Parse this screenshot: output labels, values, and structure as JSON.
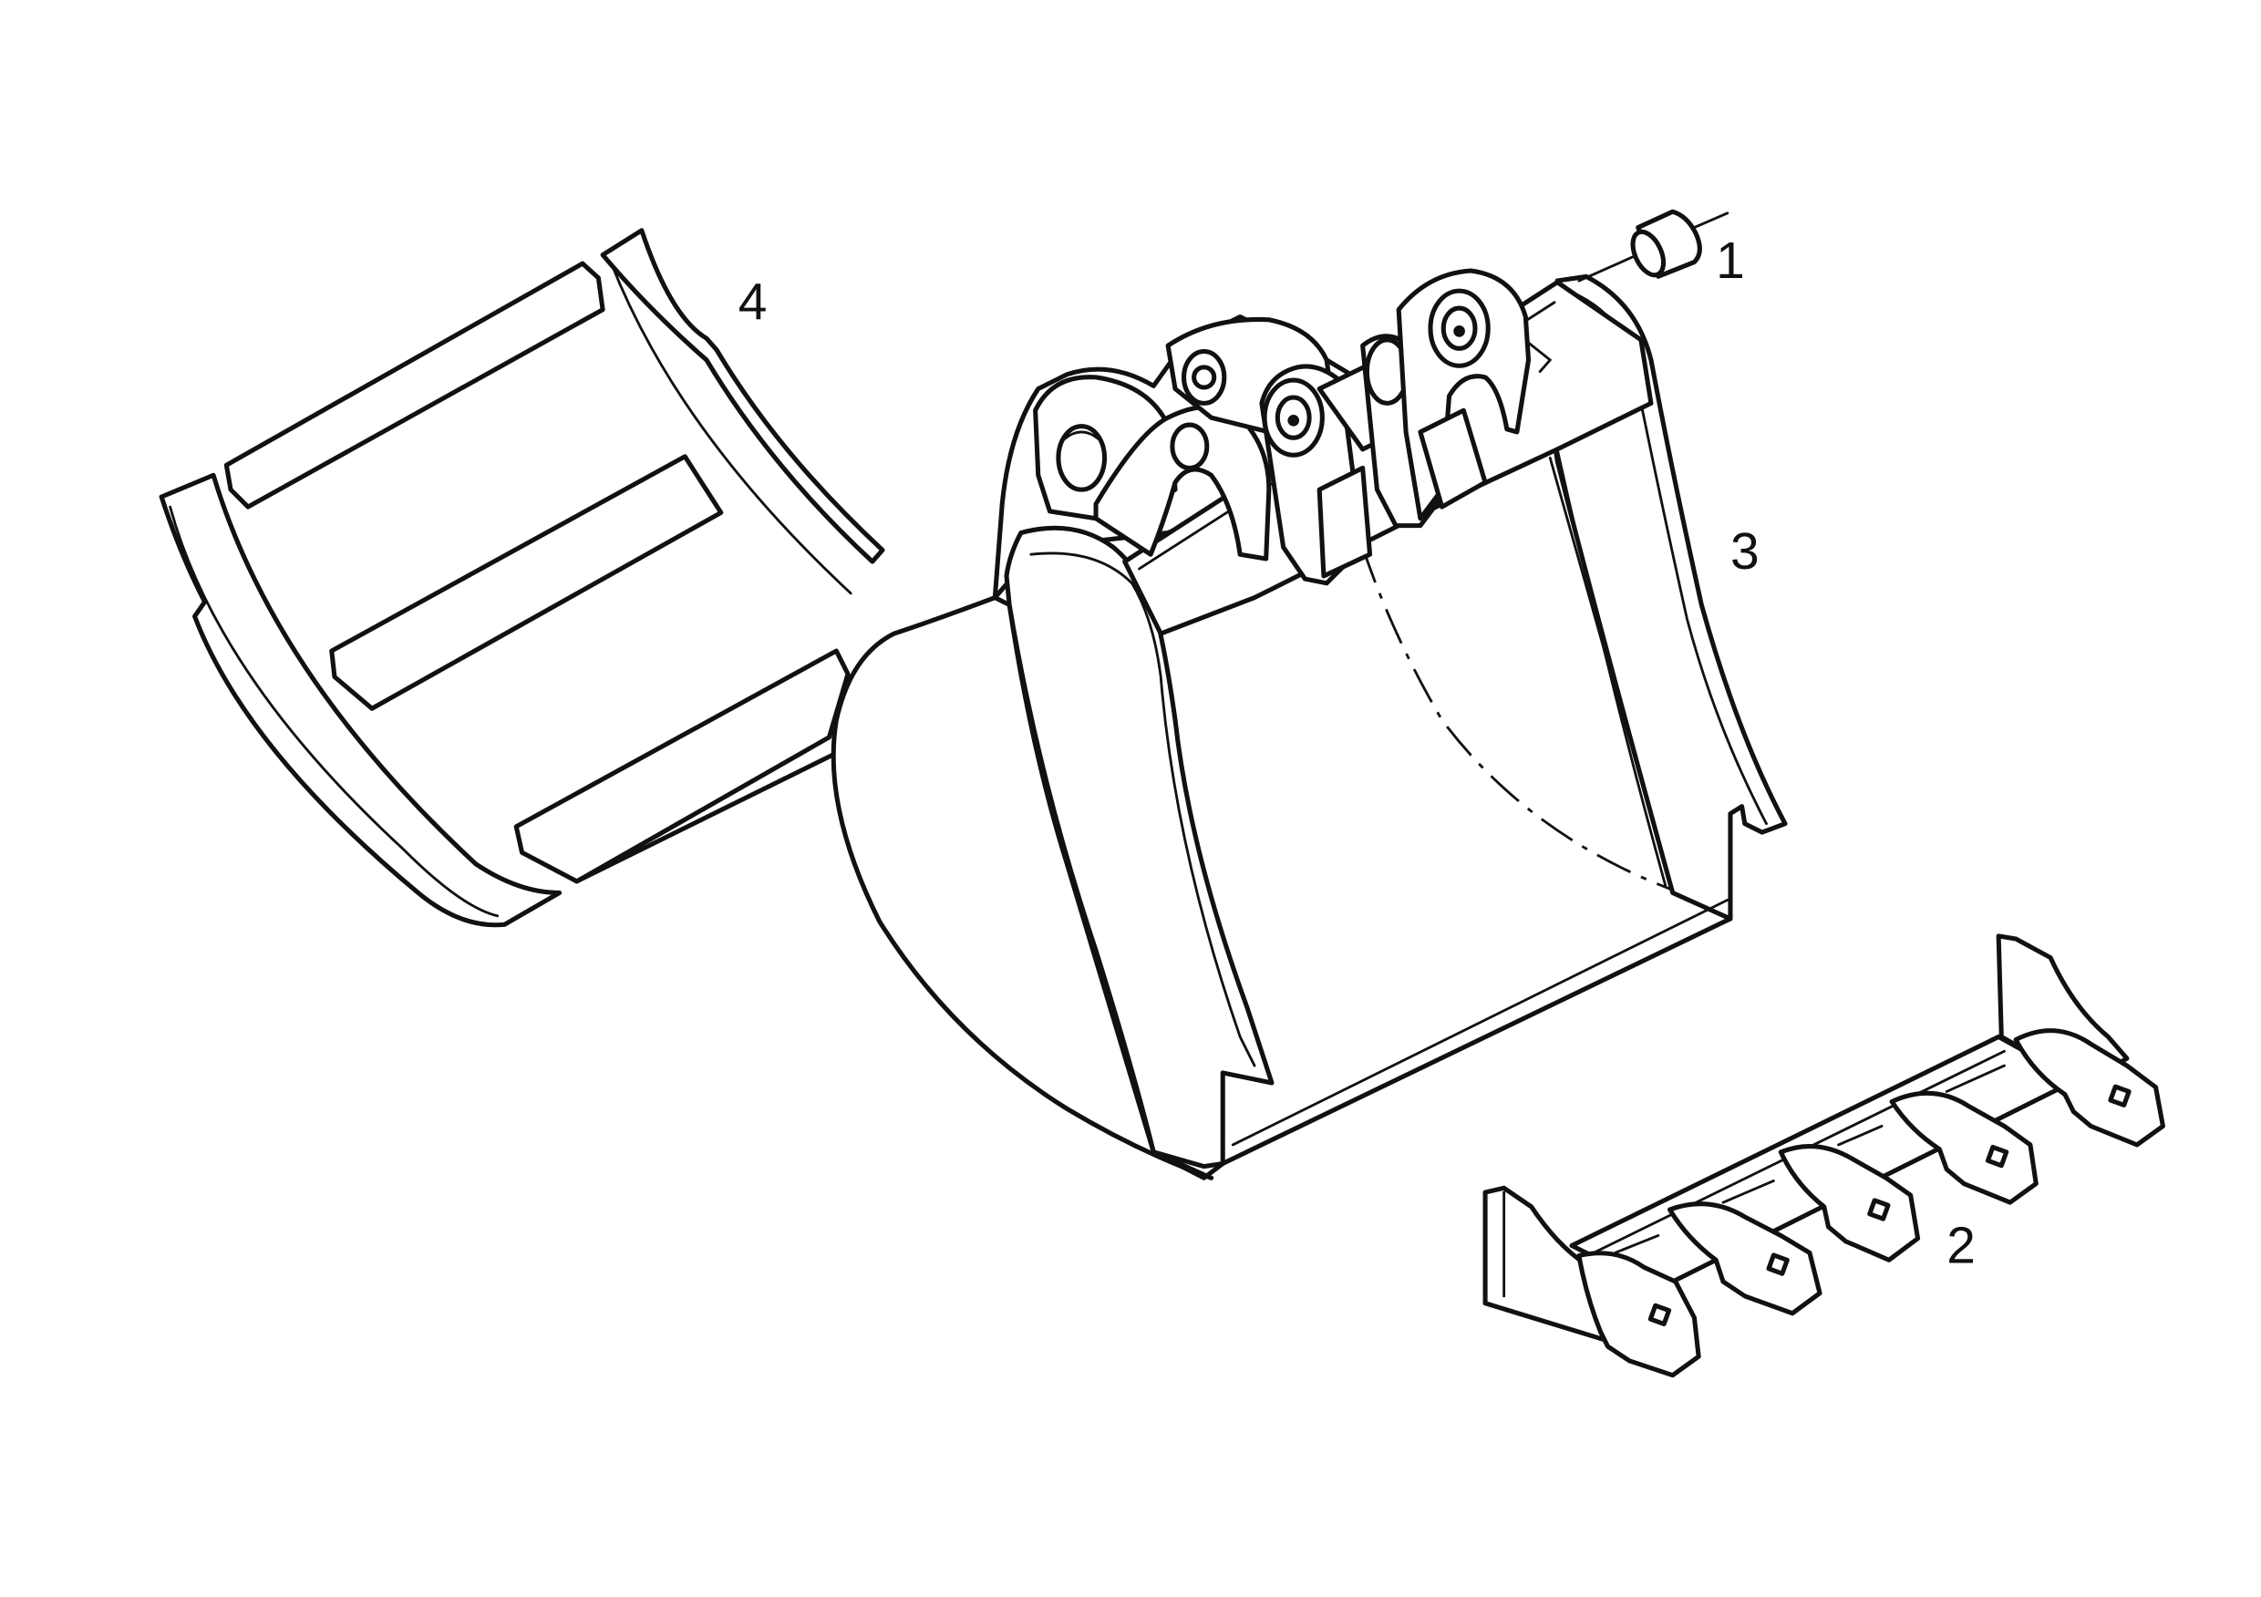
{
  "figure": {
    "callouts": {
      "bushing": "1",
      "teeth_edge": "2",
      "bucket": "3",
      "wear_strips": "4"
    },
    "line_color": "#111111",
    "background_color": "#ffffff"
  }
}
